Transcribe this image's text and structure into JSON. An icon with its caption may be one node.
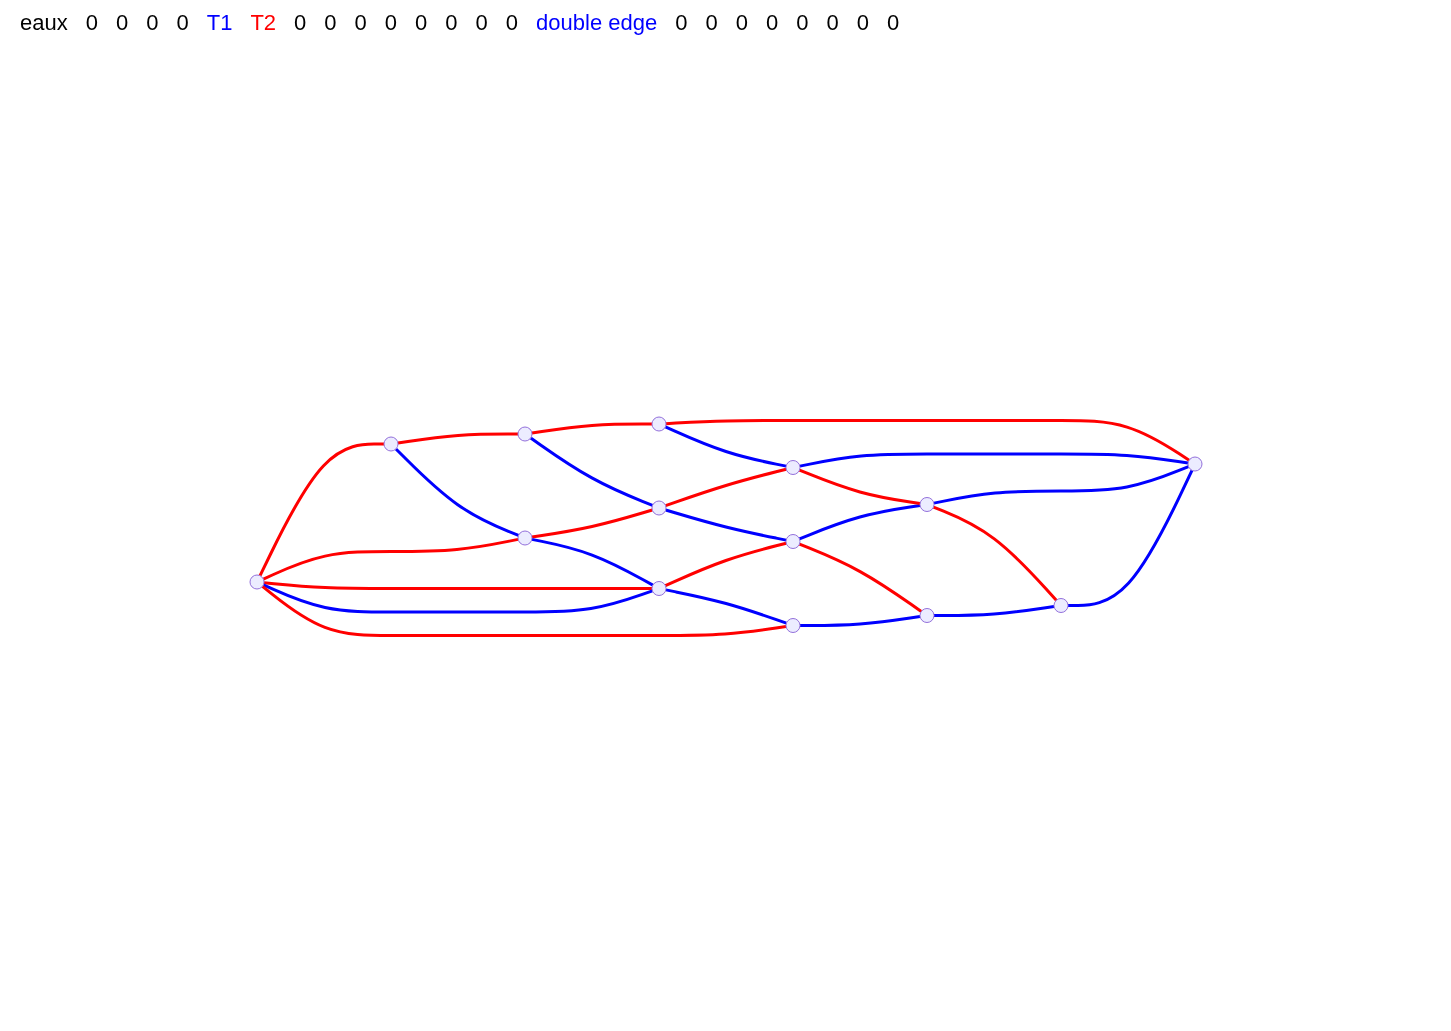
{
  "diagram": {
    "nodes": [
      {
        "text": [],
        "shape": "circle"
      },
      {
        "text": [],
        "shape": "circle"
      },
      {
        "text": [],
        "shape": "circle"
      },
      {
        "text": [],
        "shape": "circle"
      },
      {
        "text": [],
        "shape": "circle"
      },
      {
        "text": [],
        "shape": "circle"
      },
      {
        "text": [],
        "shape": "circle"
      },
      {
        "text": [],
        "shape": "circle"
      },
      {
        "text": [],
        "shape": "circle"
      },
      {
        "text": [],
        "shape": "circle"
      },
      {
        "text": [],
        "shape": "circle"
      },
      {
        "text": [],
        "shape": "circle"
      },
      {
        "text": [],
        "shape": "circle"
      },
      {
        "text": [],
        "shape": "circle"
      }
    ],
    "edges": [
      {
        "from": 0,
        "to": 1,
        "arrow": "none",
        "color": "#ff0000"
      },
      {
        "from": 1,
        "to": 2,
        "arrow": "none",
        "color": "#ff0000"
      },
      {
        "from": 2,
        "to": 3,
        "arrow": "none",
        "color": "#ff0000"
      },
      {
        "from": 3,
        "to": 13,
        "arrow": "none",
        "color": "#ff0000"
      },
      {
        "from": 0,
        "to": 4,
        "arrow": "none",
        "color": "#ff0000"
      },
      {
        "from": 4,
        "to": 5,
        "arrow": "none",
        "color": "#ff0000"
      },
      {
        "from": 5,
        "to": 6,
        "arrow": "none",
        "color": "#ff0000"
      },
      {
        "from": 0,
        "to": 7,
        "arrow": "none",
        "color": "#ff0000"
      },
      {
        "from": 0,
        "to": 7,
        "arrow": "none",
        "color": "#0000ff"
      },
      {
        "from": 0,
        "to": 10,
        "arrow": "none",
        "color": "#ff0000"
      },
      {
        "from": 7,
        "to": 8,
        "arrow": "none",
        "color": "#ff0000"
      },
      {
        "from": 8,
        "to": 9,
        "arrow": "none",
        "color": "#0000ff"
      },
      {
        "from": 6,
        "to": 13,
        "arrow": "none",
        "color": "#0000ff"
      },
      {
        "from": 9,
        "to": 13,
        "arrow": "none",
        "color": "#0000ff"
      },
      {
        "from": 10,
        "to": 11,
        "arrow": "none",
        "color": "#0000ff"
      },
      {
        "from": 11,
        "to": 12,
        "arrow": "none",
        "color": "#0000ff"
      },
      {
        "from": 12,
        "to": 13,
        "arrow": "none",
        "color": "#0000ff"
      },
      {
        "from": 1,
        "to": 4,
        "arrow": "none",
        "color": "#0000ff"
      },
      {
        "from": 4,
        "to": 7,
        "arrow": "none",
        "color": "#0000ff"
      },
      {
        "from": 7,
        "to": 10,
        "arrow": "none",
        "color": "#0000ff"
      },
      {
        "from": 2,
        "to": 5,
        "arrow": "none",
        "color": "#0000ff"
      },
      {
        "from": 5,
        "to": 8,
        "arrow": "none",
        "color": "#0000ff"
      },
      {
        "from": 8,
        "to": 11,
        "arrow": "none",
        "color": "#ff0000"
      },
      {
        "from": 3,
        "to": 6,
        "arrow": "none",
        "color": "#0000ff"
      },
      {
        "from": 6,
        "to": 9,
        "arrow": "none",
        "color": "#ff0000"
      },
      {
        "from": 9,
        "to": 12,
        "arrow": "none",
        "color": "#ff0000"
      }
    ],
    "labels": [
      "eaux",
      "0",
      "0",
      "0",
      "0",
      "T1",
      "T2",
      "0",
      "0",
      "0",
      "0",
      "0",
      "0",
      "0",
      "0",
      "double edge",
      "0",
      "0",
      "0",
      "0",
      "0",
      "0",
      "0",
      "0"
    ]
  }
}
